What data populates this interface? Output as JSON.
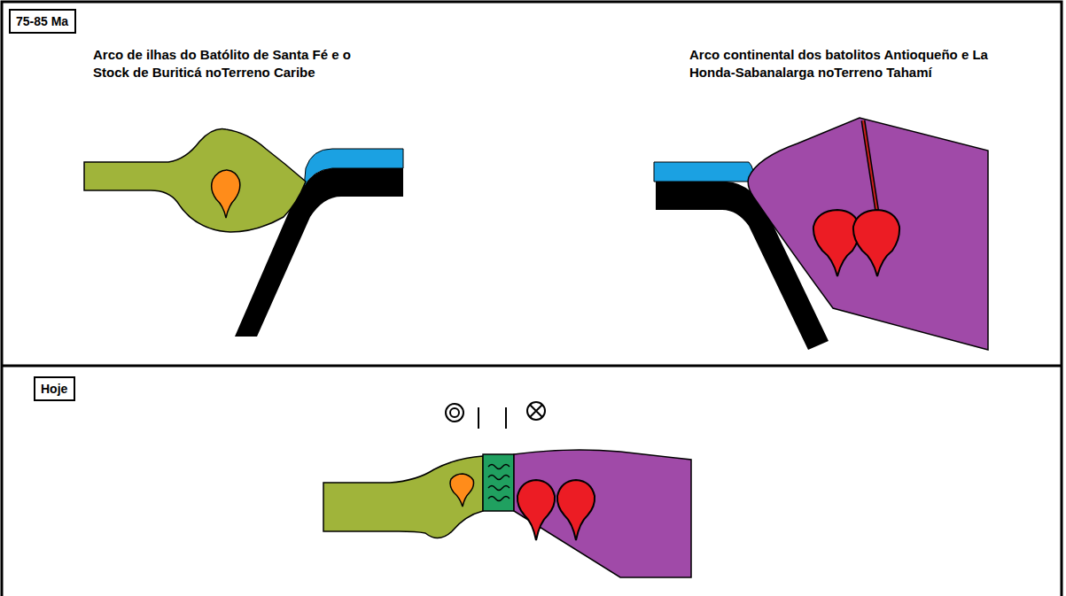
{
  "diagram": {
    "nodes": [
      {
        "text": [
          "75-85 Ma"
        ]
      },
      {
        "text": [
          "Hoje"
        ]
      }
    ],
    "labels": [
      "Arco de ilhas do Batólito de Santa Fé e o Stock de Buriticá noTerreno Caribe",
      "Arco continental dos batolitos Antioqueño e La Honda-Sabanalarga noTerreno Tahamí"
    ]
  }
}
